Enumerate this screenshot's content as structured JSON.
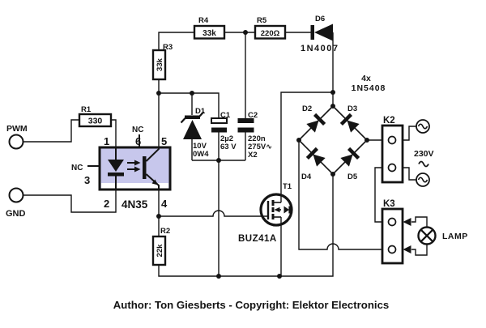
{
  "schematic": {
    "io": {
      "pwm_label": "PWM",
      "gnd_label": "GND"
    },
    "resistors": {
      "r1": {
        "ref": "R1",
        "value": "330"
      },
      "r2": {
        "ref": "R2",
        "value": "22k"
      },
      "r3": {
        "ref": "R3",
        "value": "33k"
      },
      "r4": {
        "ref": "R4",
        "value": "33k"
      },
      "r5": {
        "ref": "R5",
        "value": "220Ω"
      }
    },
    "capacitors": {
      "c1": {
        "ref": "C1",
        "line1": "2µ2",
        "line2": "63 V"
      },
      "c2": {
        "ref": "C2",
        "line1": "220n",
        "line2": "275V∿",
        "line3": "X2"
      }
    },
    "diodes": {
      "d1": {
        "ref": "D1",
        "line1": "10V",
        "line2": "0W4"
      },
      "d6": {
        "ref": "D6",
        "part": "1N4007"
      }
    },
    "bridge": {
      "qty": "4x",
      "part": "1N5408",
      "d2": "D2",
      "d3": "D3",
      "d4": "D4",
      "d5": "D5"
    },
    "transistor": {
      "ref": "T1",
      "part": "BUZ41A"
    },
    "opto": {
      "part": "4N35",
      "nc_top": "NC",
      "nc_left": "NC",
      "pin1": "1",
      "pin2": "2",
      "pin3": "3",
      "pin4": "4",
      "pin5": "5",
      "pin6": "6"
    },
    "connectors": {
      "k2": "K2",
      "k3": "K3"
    },
    "mains": {
      "voltage": "230V",
      "sine": "∿"
    },
    "lamp_label": "LAMP",
    "footer": "Author: Ton Giesberts - Copyright: Elektor Electronics",
    "colors": {
      "ink": "#141414",
      "opto_body": "#c7c7ec",
      "background": "#ffffff"
    }
  }
}
